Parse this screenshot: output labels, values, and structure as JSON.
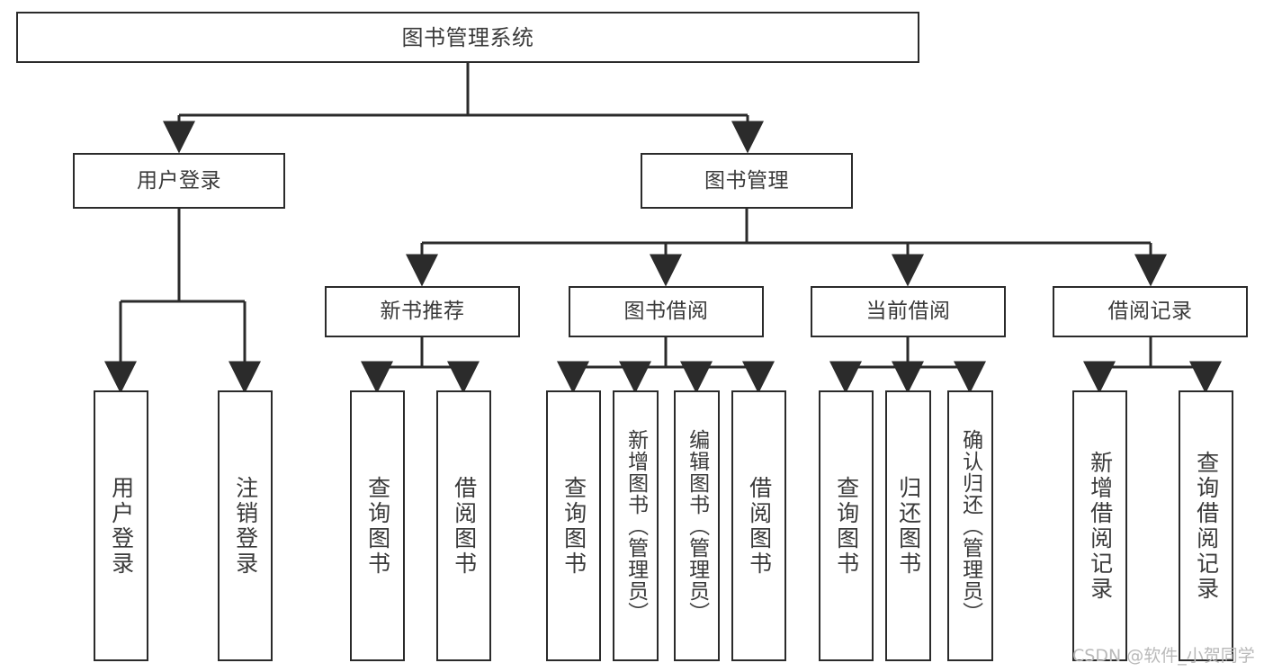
{
  "diagram": {
    "title": "图书管理系统",
    "type": "tree",
    "watermark": "CSDN @软件_小贺同学",
    "colors": {
      "box_border": "#2b2b2b",
      "box_fill": "#ffffff",
      "text": "#3a3a3a",
      "connector": "#2b2b2b",
      "watermark": "#b9b9b9",
      "background": "#ffffff"
    },
    "levels": {
      "root": "图书管理系统",
      "level2": [
        "用户登录",
        "图书管理"
      ],
      "level3": [
        "新书推荐",
        "图书借阅",
        "当前借阅",
        "借阅记录"
      ]
    },
    "nodes": {
      "root": {
        "label": "图书管理系统"
      },
      "user_login": {
        "label": "用户登录"
      },
      "book_manage": {
        "label": "图书管理"
      },
      "new_book_rec": {
        "label": "新书推荐"
      },
      "book_borrow": {
        "label": "图书借阅"
      },
      "current_borrow": {
        "label": "当前借阅"
      },
      "borrow_record": {
        "label": "借阅记录"
      },
      "leaf_user_login": {
        "label": "用户登录"
      },
      "leaf_logout": {
        "label": "注销登录"
      },
      "leaf_query_book_1": {
        "label": "查询图书"
      },
      "leaf_borrow_book_1": {
        "label": "借阅图书"
      },
      "leaf_query_book_2": {
        "label": "查询图书"
      },
      "leaf_add_book": {
        "label": "新增图书（管理员）"
      },
      "leaf_edit_book": {
        "label": "编辑图书（管理员）"
      },
      "leaf_borrow_book_2": {
        "label": "借阅图书"
      },
      "leaf_query_book_3": {
        "label": "查询图书"
      },
      "leaf_return_book": {
        "label": "归还图书"
      },
      "leaf_confirm_return": {
        "label": "确认归还（管理员）"
      },
      "leaf_add_record": {
        "label": "新增借阅记录"
      },
      "leaf_query_record": {
        "label": "查询借阅记录"
      }
    },
    "tree": {
      "label": "图书管理系统",
      "children": [
        {
          "label": "用户登录",
          "children": [
            {
              "label": "用户登录"
            },
            {
              "label": "注销登录"
            }
          ]
        },
        {
          "label": "图书管理",
          "children": [
            {
              "label": "新书推荐",
              "children": [
                {
                  "label": "查询图书"
                },
                {
                  "label": "借阅图书"
                }
              ]
            },
            {
              "label": "图书借阅",
              "children": [
                {
                  "label": "查询图书"
                },
                {
                  "label": "新增图书（管理员）"
                },
                {
                  "label": "编辑图书（管理员）"
                },
                {
                  "label": "借阅图书"
                }
              ]
            },
            {
              "label": "当前借阅",
              "children": [
                {
                  "label": "查询图书"
                },
                {
                  "label": "归还图书"
                },
                {
                  "label": "确认归还（管理员）"
                }
              ]
            },
            {
              "label": "借阅记录",
              "children": [
                {
                  "label": "新增借阅记录"
                },
                {
                  "label": "查询借阅记录"
                }
              ]
            }
          ]
        }
      ]
    }
  }
}
